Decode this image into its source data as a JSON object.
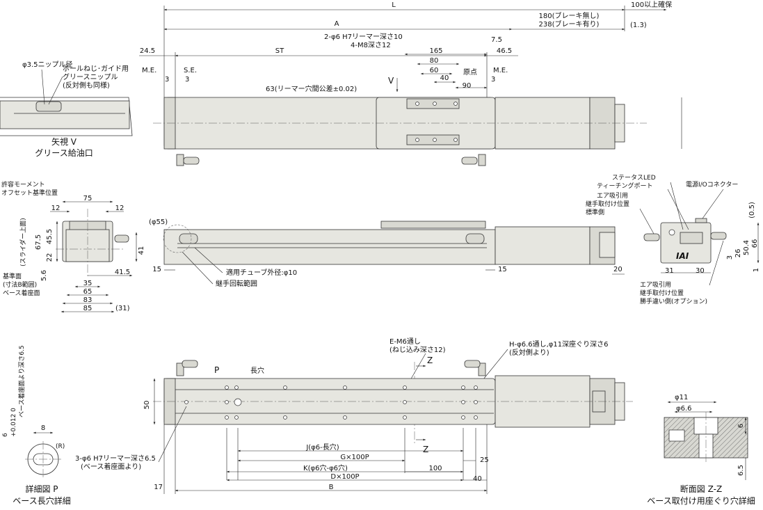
{
  "colors": {
    "body": "#e6e6e0",
    "line": "#333333",
    "background": "#ffffff"
  },
  "top_view": {
    "L": "L",
    "A": "A",
    "ST": "ST",
    "d_100": "100以上確保",
    "d_180": "180(ブレーキ無し)",
    "d_238": "238(ブレーキ有り)",
    "d_1_3": "(1.3)",
    "d_24_5": "24.5",
    "d_7_5": "7.5",
    "d_46_5": "46.5",
    "d_165": "165",
    "d_80": "80",
    "d_60": "60",
    "d_40": "40",
    "d_90": "90",
    "genten": "原点",
    "ME_left": "M.E.",
    "SE": "S.E.",
    "ME_right": "M.E.",
    "d_3a": "3",
    "d_3b": "3",
    "d_3c": "3",
    "reamer": "2-φ6 H7リーマー深さ10",
    "m8": "4-M8深さ12",
    "pitch63": "63(リーマー穴間公差±0.02)",
    "v_label": "V"
  },
  "view_v": {
    "nipple": "φ3.5ニップル径",
    "ballscrew_1": "ボールねじ･ガイド用",
    "ballscrew_2": "グリースニップル",
    "ballscrew_3": "(反対側も同様)",
    "title_1": "矢視 V",
    "title_2": "グリース給油口"
  },
  "end_view": {
    "moment_1": "許容モーメント",
    "moment_2": "オフセット基準位置",
    "d_75": "75",
    "d_12a": "12",
    "d_12b": "12",
    "d_67_5": "67.5",
    "slider_top": "(スライダー上面)",
    "d_45_5": "45.5",
    "d_22": "22",
    "d_5_6": "5.6",
    "d_41": "41",
    "d_41_5": "41.5",
    "d_35": "35",
    "d_65": "65",
    "d_83": "83",
    "d_85": "85",
    "d_31": "(31)",
    "base_1": "基準面",
    "base_2": "(寸法B範囲)",
    "base_3": "ベース着座面"
  },
  "side_view": {
    "d_55": "(φ55)",
    "d_15a": "15",
    "d_15b": "15",
    "d_20": "20",
    "tube": "適用チューブ外径:φ10",
    "joint": "継手回転範囲"
  },
  "right_end_view": {
    "status": "ステータスLED",
    "teaching": "ティーチングポート",
    "power": "電源I/Oコネクター",
    "air_1": "エア吸引用",
    "air_2": "継手取付け位置",
    "air_3": "標準側",
    "air2_1": "エア吸引用",
    "air2_2": "継手取付け位置",
    "air2_3": "勝手違い側(オプション)",
    "d_0_5": "(0.5)",
    "d_66": "66",
    "d_50_4": "50.4",
    "d_26": "26",
    "d_3": "3",
    "d_1": "1",
    "d_31": "31",
    "d_30": "30",
    "logo": "IAI"
  },
  "bottom_view": {
    "em6_1": "E-M6通し",
    "em6_2": "(ねじ込み深さ12)",
    "h66_1": "H-φ6.6通し,φ11深座ぐり深さ6",
    "h66_2": "(反対側より)",
    "p_label": "P",
    "long_hole": "長穴",
    "z_top": "Z",
    "z_bottom": "Z",
    "d_50": "50",
    "reamer_1": "3-φ6 H7リーマー深さ6.5",
    "reamer_2": "(ベース着座面より)",
    "J": "J(φ6-長穴)",
    "G": "G×100P",
    "K": "K(φ6穴-φ6穴)",
    "D": "D×100P",
    "B": "B",
    "d_25": "25",
    "d_100": "100",
    "d_40": "40",
    "d_17": "17"
  },
  "detail_p": {
    "d_6": "6",
    "tol": "+0.012 0",
    "depth": "ベース着座面より深さ6.5",
    "d_8": "8",
    "r": "(R)",
    "title_1": "詳細図 P",
    "title_2": "ベース長穴詳細"
  },
  "section_zz": {
    "d_11": "φ11",
    "d_6_6": "φ6.6",
    "d_6": "6",
    "d_6_5": "6.5",
    "title_1": "断面図 Z-Z",
    "title_2": "ベース取付け用座ぐり穴詳細"
  }
}
